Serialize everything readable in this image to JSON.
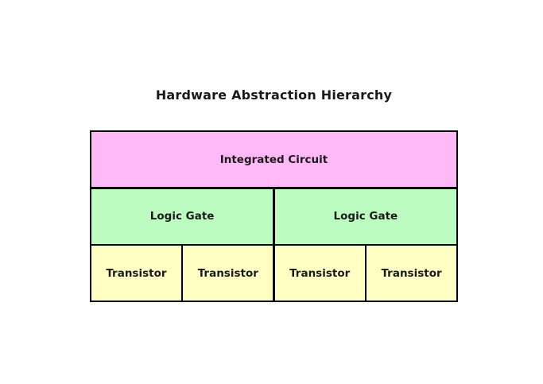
{
  "title": "Hardware Abstraction Hierarchy",
  "diagram": {
    "background": "#ffffff",
    "border_color": "#000000",
    "rows": [
      {
        "level": "integrated-circuit",
        "color": "#ffb9f6",
        "cells": [
          {
            "label": "Integrated Circuit"
          }
        ]
      },
      {
        "level": "logic-gate",
        "color": "#bcfcc0",
        "cells": [
          {
            "label": "Logic Gate"
          },
          {
            "label": "Logic Gate"
          }
        ]
      },
      {
        "level": "transistor",
        "color": "#ffffc4",
        "cells": [
          {
            "label": "Transistor"
          },
          {
            "label": "Transistor"
          },
          {
            "label": "Transistor"
          },
          {
            "label": "Transistor"
          }
        ]
      }
    ]
  }
}
